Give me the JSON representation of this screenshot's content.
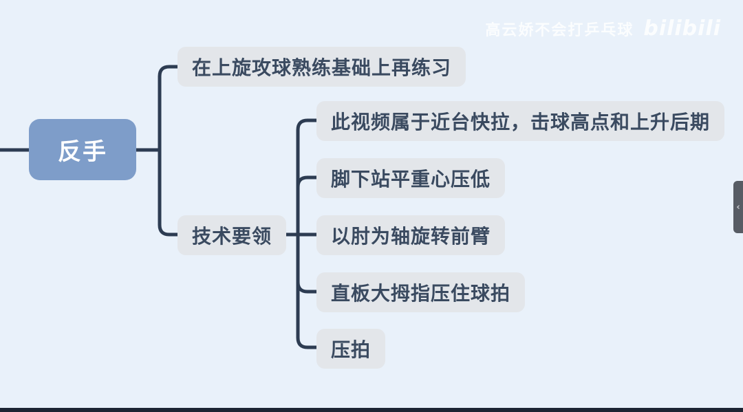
{
  "watermark": {
    "author": "高云娇不会打乒乓球",
    "logo": "bilibili"
  },
  "mindmap": {
    "root": {
      "label": "反手"
    },
    "branches": [
      {
        "label": "在上旋攻球熟练基础上再练习"
      },
      {
        "label": "技术要领",
        "children": [
          "此视频属于近台快拉，击球高点和上升后期",
          "脚下站平重心压低",
          "以肘为轴旋转前臂",
          "直板大拇指压住球拍",
          "压拍"
        ]
      }
    ]
  },
  "panel_toggle": {
    "chevron": "‹"
  },
  "colors": {
    "background": "#e9f1fa",
    "root_fill": "#7e9dc9",
    "topic_fill": "#e3e6ea",
    "topic_text": "#3a4a60",
    "connector": "#2d3c52",
    "side_tab": "#575c64",
    "bottom_bar": "#1c2433"
  }
}
